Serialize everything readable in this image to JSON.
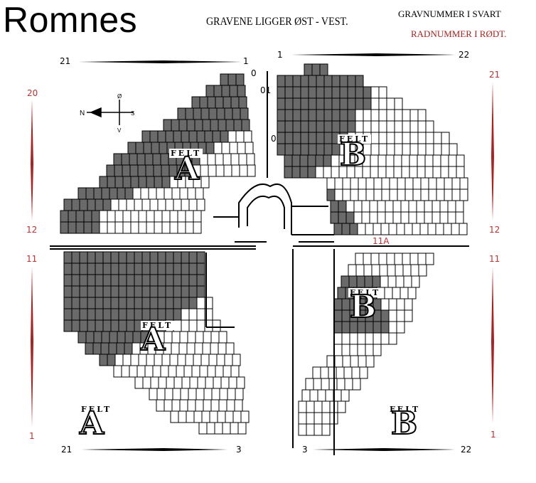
{
  "title": "Romnes",
  "subtitle": "GRAVENE LIGGER ØST - VEST.",
  "legend": {
    "black": "GRAVNUMMER I SVART",
    "red": "RADNUMMER I RØDT."
  },
  "grave_numbers": {
    "top_left_start": "21",
    "top_left_end": "1",
    "top_right_start": "1",
    "top_right_end": "22",
    "bottom_left_start": "21",
    "bottom_left_end": "3",
    "bottom_right_start": "3",
    "bottom_right_end": "22",
    "marker_0a": "0",
    "marker_01": "01",
    "marker_0b": "0"
  },
  "row_numbers": {
    "left_upper_top": "20",
    "left_upper_bottom": "12",
    "left_lower_top": "11",
    "left_lower_bottom": "1",
    "right_upper_top": "21",
    "right_upper_bottom": "12",
    "right_lower_top": "11",
    "right_lower_bottom": "1",
    "row_11a": "11A"
  },
  "sections": {
    "felt_word": "FELT",
    "ne_letter": "A",
    "nw_letter": "B",
    "sw_upper_letter": "A",
    "sw_lower_letter": "A",
    "se_upper_letter": "B",
    "se_lower_letter": "B"
  },
  "compass_icon": "north-arrow-icon"
}
